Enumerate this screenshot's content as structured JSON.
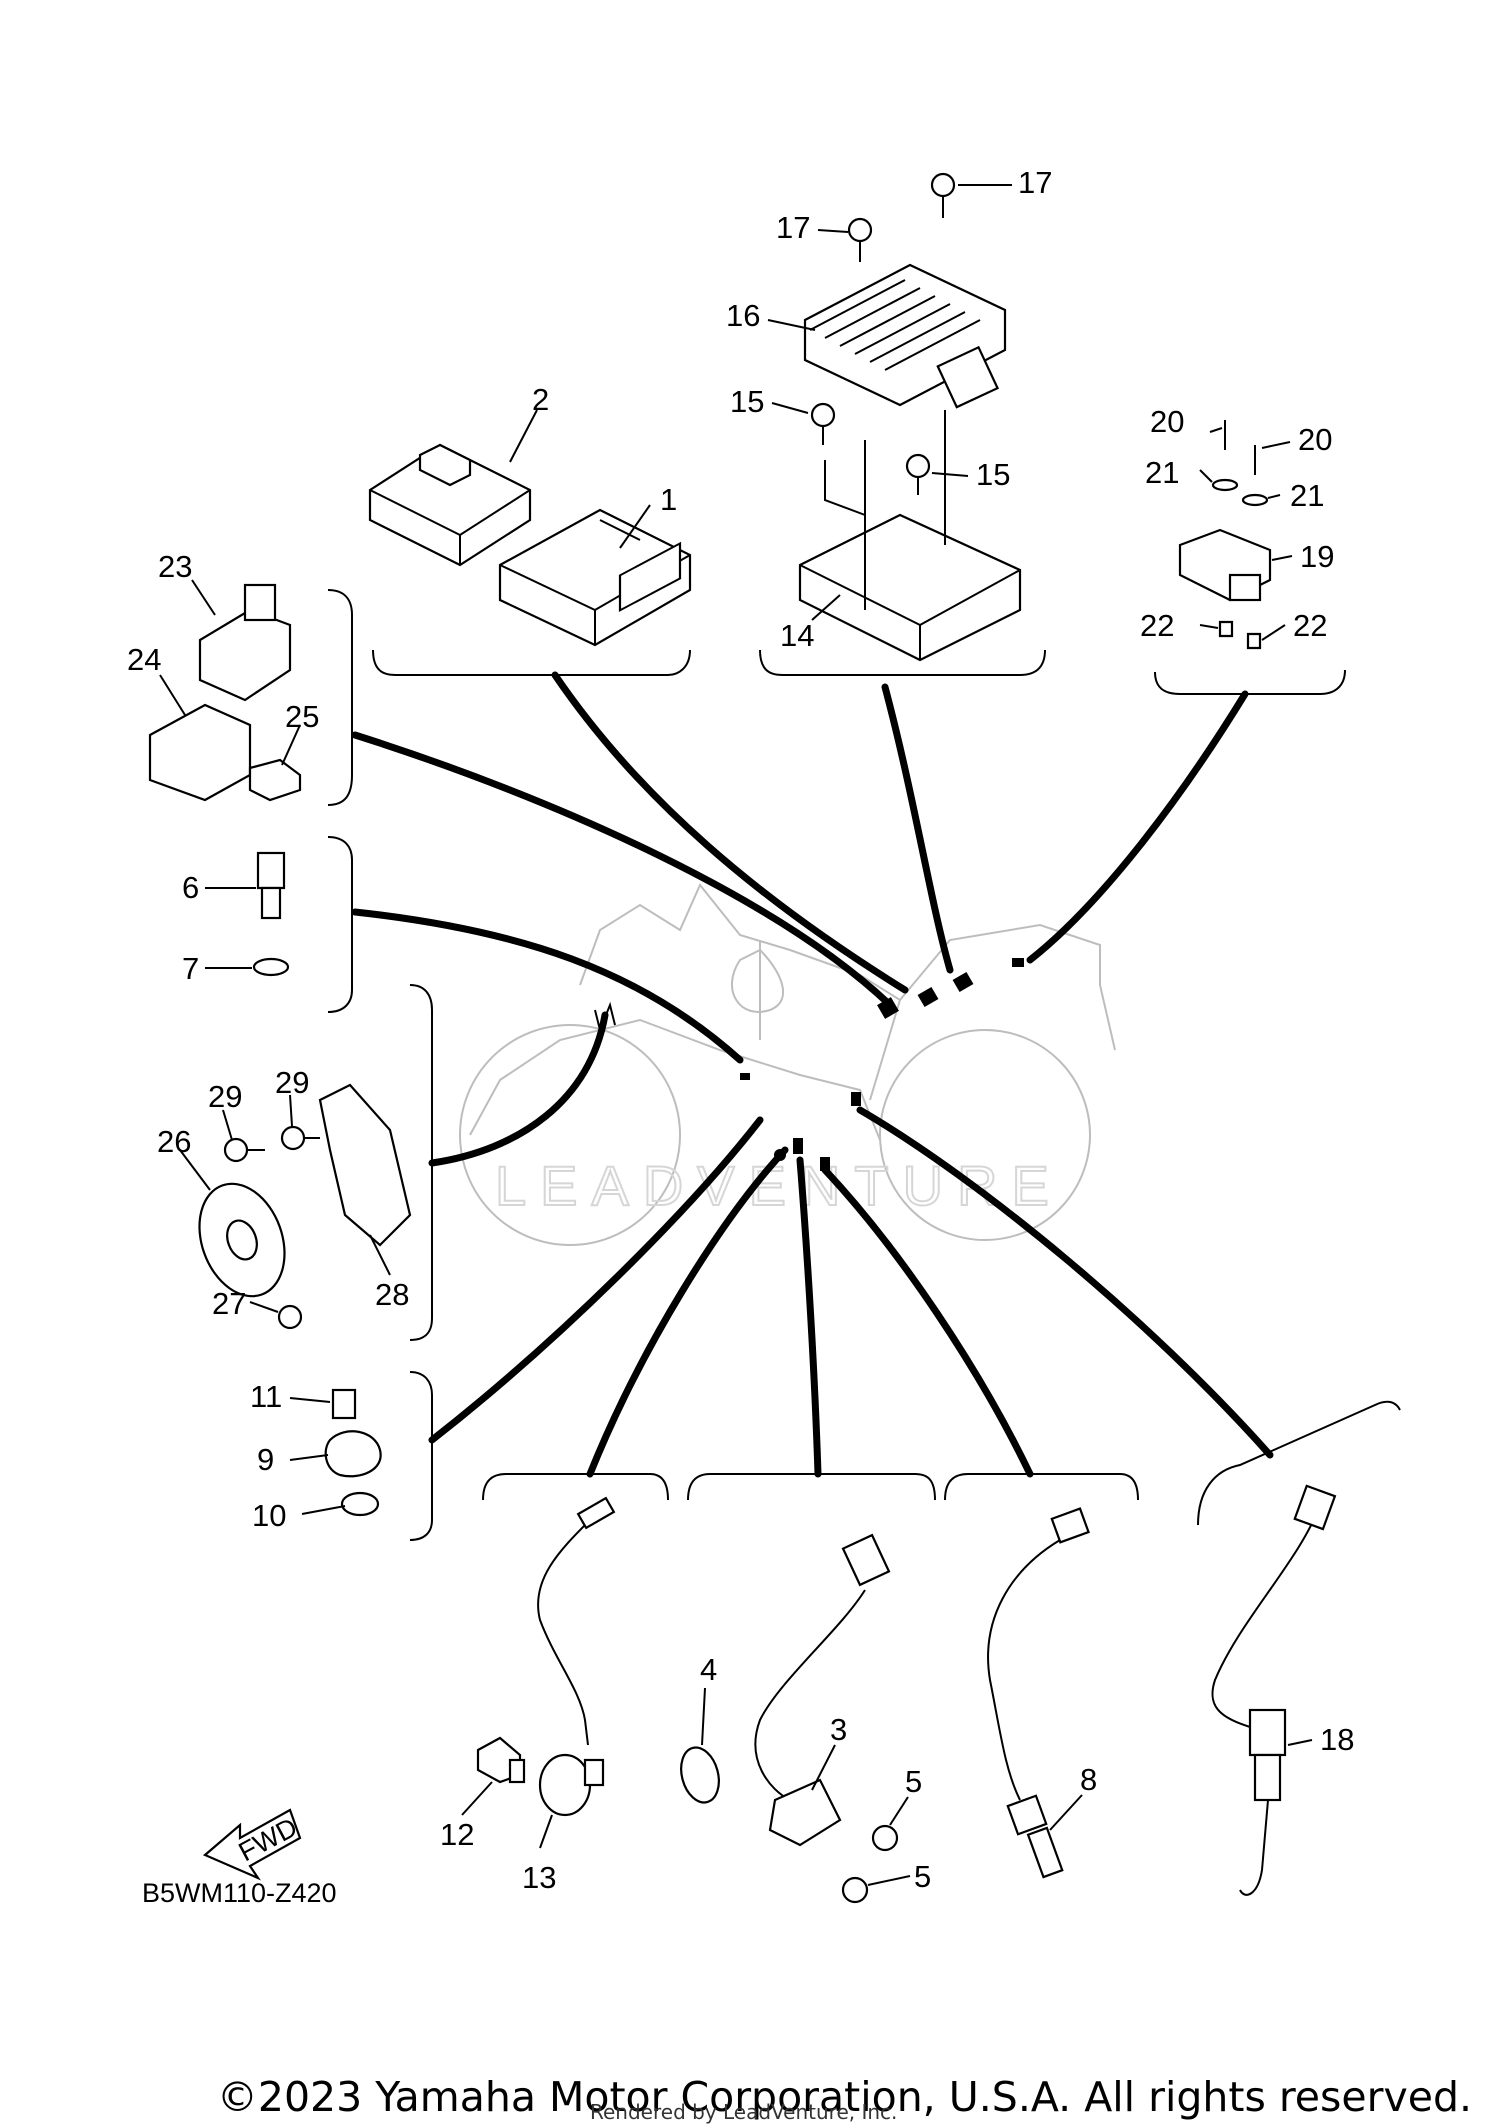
{
  "diagram_code": "B5WM110-Z420",
  "fwd_label": "FWD",
  "watermark": "LEADVENTURE",
  "copyright": "©2023 Yamaha Motor Corporation, U.S.A. All rights reserved.",
  "rendered_by": "Rendered by LeadVenture, Inc.",
  "callouts": {
    "p1": "1",
    "p2": "2",
    "p3": "3",
    "p4": "4",
    "p5a": "5",
    "p5b": "5",
    "p6": "6",
    "p7": "7",
    "p8": "8",
    "p9": "9",
    "p10": "10",
    "p11": "11",
    "p12": "12",
    "p13": "13",
    "p14": "14",
    "p15a": "15",
    "p15b": "15",
    "p16": "16",
    "p17a": "17",
    "p17b": "17",
    "p18": "18",
    "p19": "19",
    "p20a": "20",
    "p20b": "20",
    "p21a": "21",
    "p21b": "21",
    "p22a": "22",
    "p22b": "22",
    "p23": "23",
    "p24": "24",
    "p25": "25",
    "p26": "26",
    "p27": "27",
    "p28": "28",
    "p29a": "29",
    "p29b": "29"
  }
}
